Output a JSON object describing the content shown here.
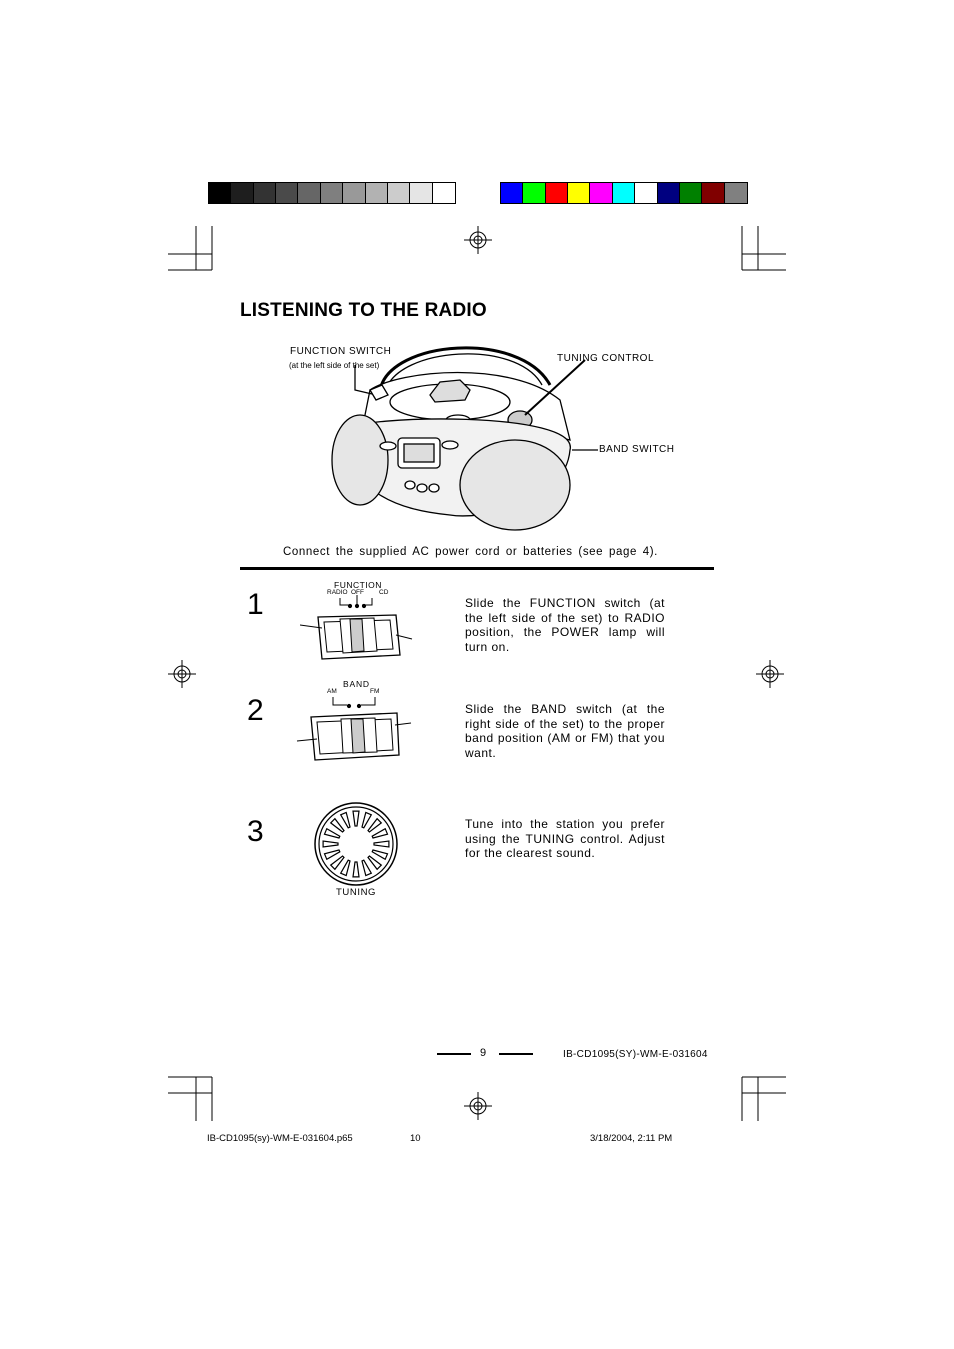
{
  "color_bars": {
    "grayscale": [
      "#000000",
      "#1e1e1e",
      "#333333",
      "#4a4a4a",
      "#666666",
      "#7f7f7f",
      "#999999",
      "#b2b2b2",
      "#cccccc",
      "#e5e5e5",
      "#ffffff"
    ],
    "colors": [
      "#0000ff",
      "#00ff00",
      "#ff0000",
      "#ffff00",
      "#ff00ff",
      "#00ffff",
      "#ffffff",
      "#000080",
      "#008000",
      "#800000",
      "#808080"
    ]
  },
  "page_title": "LISTENING TO THE RADIO",
  "illustration": {
    "function_switch_label": "FUNCTION  SWITCH",
    "function_switch_note": "(at the left side of the set)",
    "tuning_control_label": "TUNING CONTROL",
    "band_switch_label": "BAND SWITCH"
  },
  "caption": "Connect the supplied AC power cord or batteries (see page 4).",
  "steps": [
    {
      "number": "1",
      "diagram_title": "FUNCTION",
      "diagram_labels": [
        "RADIO",
        "OFF",
        "CD"
      ],
      "text": "Slide the FUNCTION switch (at the left side of the set) to RADIO position, the POWER lamp will turn on."
    },
    {
      "number": "2",
      "diagram_title": "BAND",
      "diagram_labels": [
        "AM",
        "FM"
      ],
      "text": "Slide the BAND switch (at the right side of the set) to the proper band position (AM or FM) that you want."
    },
    {
      "number": "3",
      "diagram_title": "TUNING",
      "text": "Tune into the station you prefer using the TUNING control. Adjust for the clearest sound."
    }
  ],
  "footer": {
    "page_number": "9",
    "doc_code": "IB-CD1095(SY)-WM-E-031604",
    "file_name": "IB-CD1095(sy)-WM-E-031604.p65",
    "sheet_number": "10",
    "timestamp": "3/18/2004, 2:11 PM"
  }
}
